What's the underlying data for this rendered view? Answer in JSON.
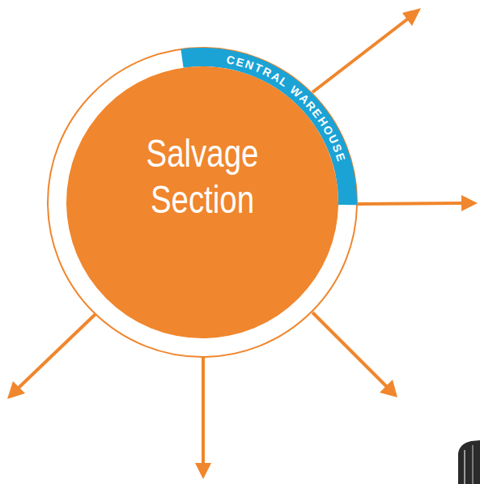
{
  "diagram": {
    "nodes": [
      {
        "text": [
          "CENTRAL WAREHOUSE"
        ]
      },
      {
        "text": [
          "Salvage Section"
        ],
        "in": 0
      }
    ]
  }
}
